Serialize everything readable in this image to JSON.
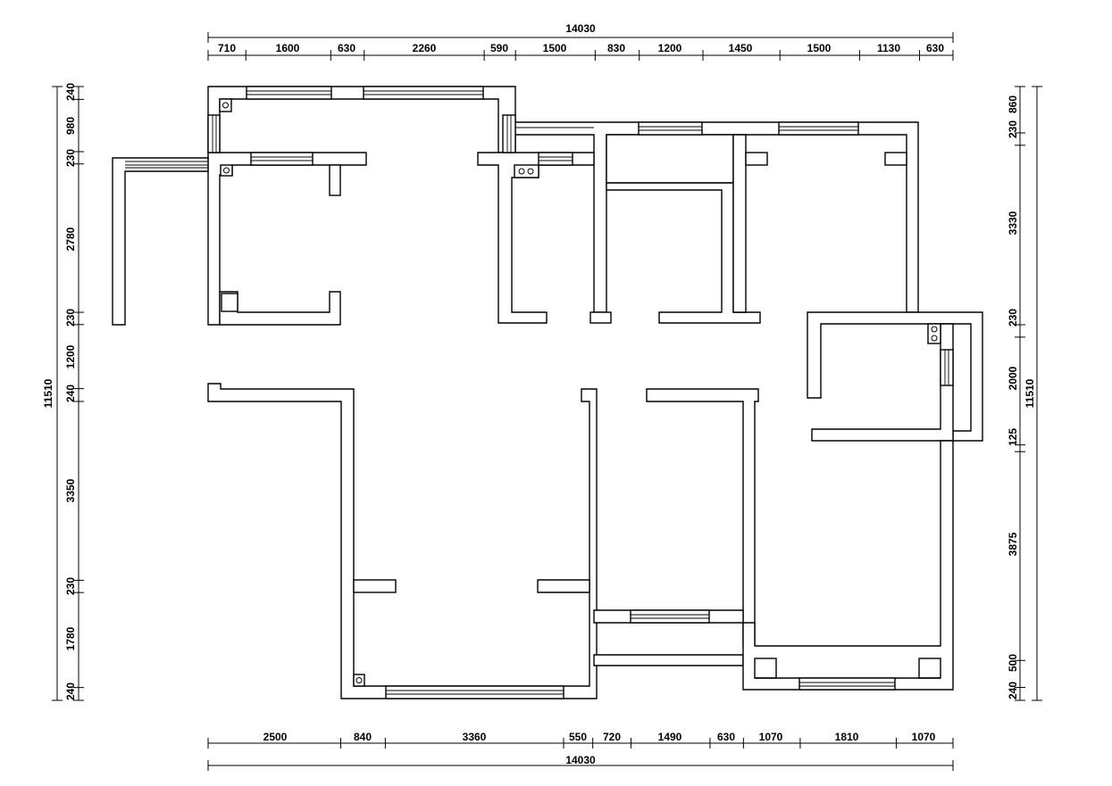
{
  "drawing": {
    "overall_width_top": "14030",
    "overall_width_bottom": "14030",
    "overall_height_left": "11510",
    "overall_height_right": "11510",
    "top_dims": [
      "710",
      "1600",
      "630",
      "2260",
      "590",
      "1500",
      "830",
      "1200",
      "1450",
      "1500",
      "1130",
      "630"
    ],
    "bottom_dims": [
      "2500",
      "840",
      "3360",
      "550",
      "720",
      "1490",
      "630",
      "1070",
      "1810",
      "1070"
    ],
    "left_dims": [
      "240",
      "980",
      "230",
      "2780",
      "230",
      "1200",
      "240",
      "3350",
      "230",
      "1780",
      "240"
    ],
    "right_dims": [
      "860",
      "230",
      "3330",
      "230",
      "2000",
      "125",
      "3875",
      "500",
      "240"
    ]
  },
  "colors": {
    "line": "#000000",
    "background": "#ffffff"
  }
}
